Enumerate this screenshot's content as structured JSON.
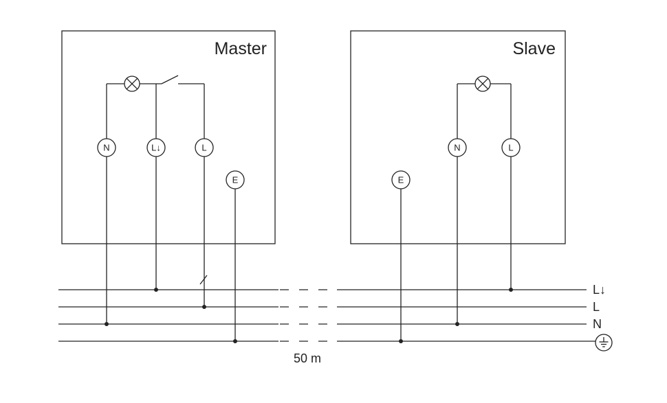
{
  "diagram": {
    "master": {
      "title": "Master",
      "terminal_n": "N",
      "terminal_l_switched": "L↓",
      "terminal_l": "L",
      "terminal_e": "E"
    },
    "slave": {
      "title": "Slave",
      "terminal_n": "N",
      "terminal_l": "L",
      "terminal_e": "E"
    },
    "bus": {
      "label_l_switched": "L↓",
      "label_l": "L",
      "label_n": "N",
      "distance_label": "50 m"
    },
    "colors": {
      "line": "#222222",
      "background": "#ffffff"
    }
  }
}
